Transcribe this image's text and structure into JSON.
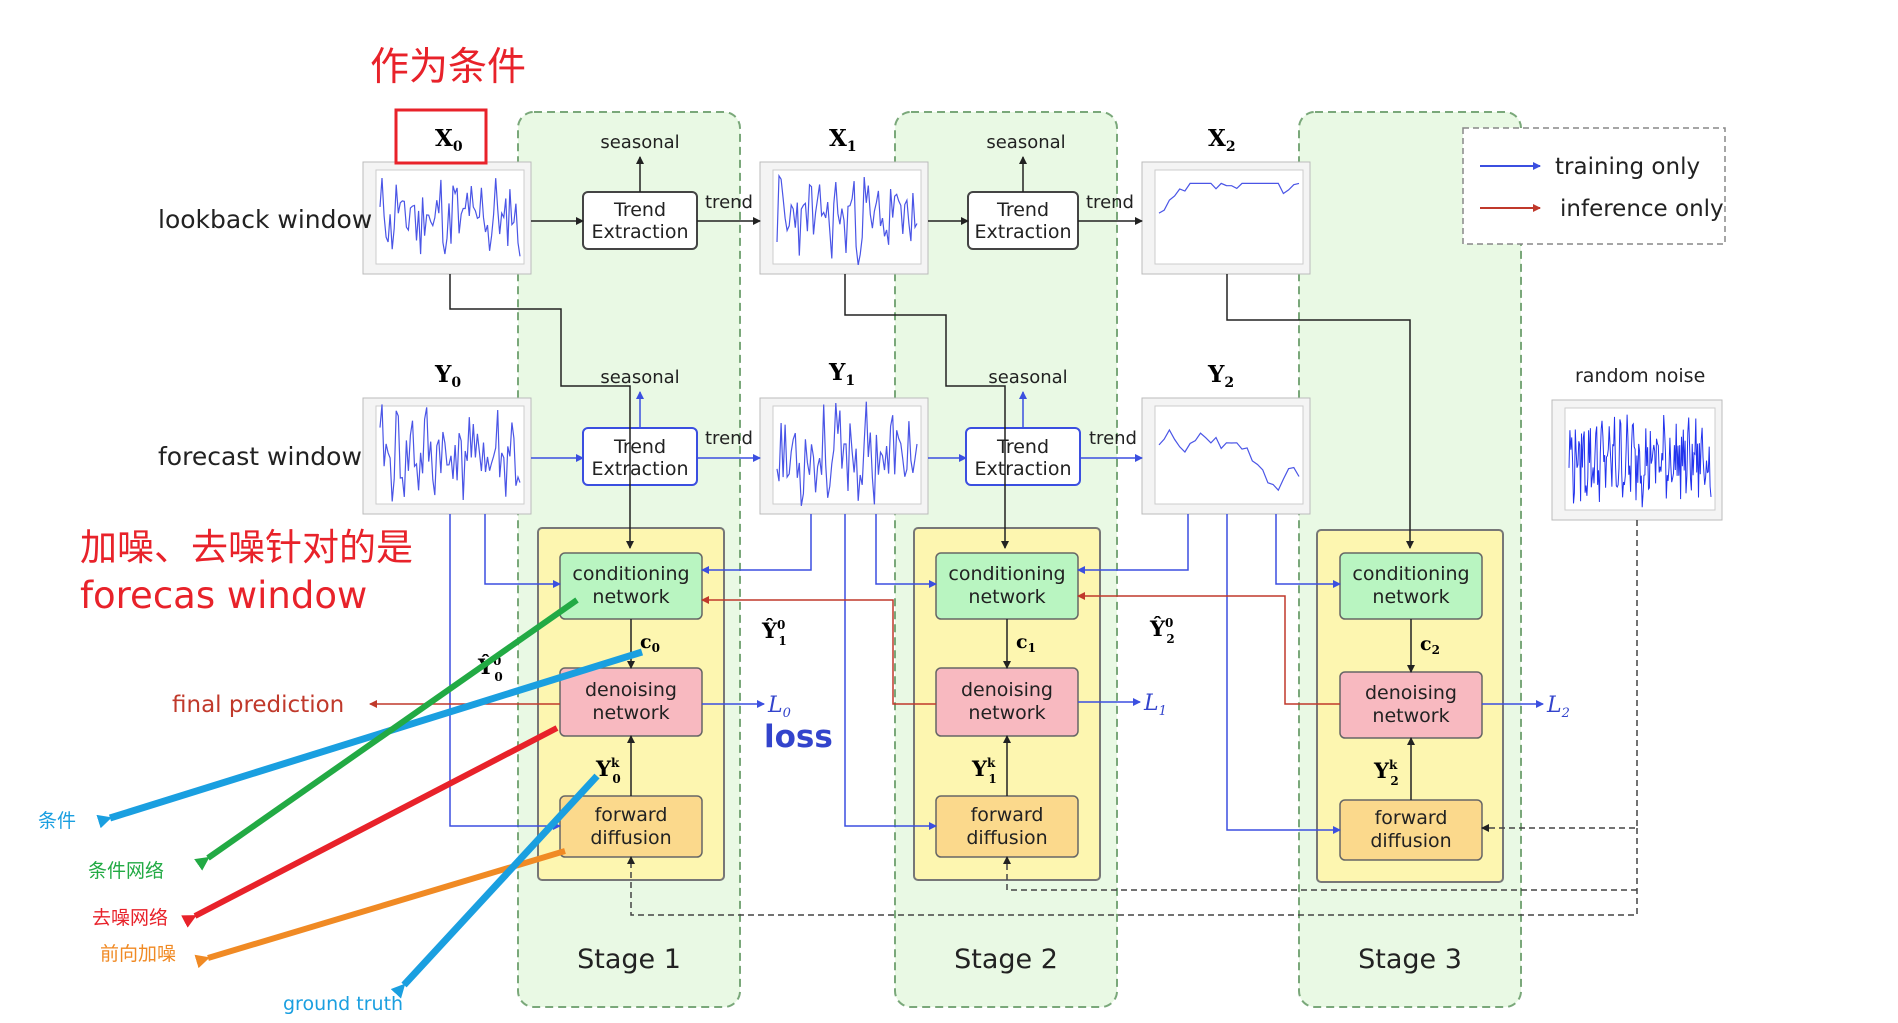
{
  "annotations": {
    "top_condition": "作为条件",
    "noise_note_line1": "加噪、去噪针对的是",
    "noise_note_line2": "forecas window",
    "loss": "loss",
    "condition": "条件",
    "condition_network": "条件网络",
    "denoise_network": "去噪网络",
    "forward_noise": "前向加噪",
    "ground_truth": "ground truth"
  },
  "row_labels": {
    "lookback": "lookback window",
    "forecast": "forecast window",
    "final_prediction": "final prediction"
  },
  "series": {
    "x0": "X",
    "x0_sub": "0",
    "x1": "X",
    "x1_sub": "1",
    "x2": "X",
    "x2_sub": "2",
    "y0": "Y",
    "y0_sub": "0",
    "y1": "Y",
    "y1_sub": "1",
    "y2": "Y",
    "y2_sub": "2",
    "random_noise": "random noise"
  },
  "trend_extraction": {
    "line1": "Trend",
    "line2": "Extraction",
    "seasonal": "seasonal",
    "trend": "trend"
  },
  "blocks": {
    "conditioning_line1": "conditioning",
    "conditioning_line2": "network",
    "denoising_line1": "denoising",
    "denoising_line2": "network",
    "forward_line1": "forward",
    "forward_line2": "diffusion"
  },
  "vars": {
    "c0": "c",
    "c0_sub": "0",
    "c1": "c",
    "c1_sub": "1",
    "c2": "c",
    "c2_sub": "2",
    "y0hat": "Ŷ",
    "y0hat_sup": "0",
    "y0hat_sub": "0",
    "y1hat": "Ŷ",
    "y1hat_sup": "0",
    "y1hat_sub": "1",
    "y2hat": "Ŷ",
    "y2hat_sup": "0",
    "y2hat_sub": "2",
    "yk0": "Y",
    "yk0_sup": "k",
    "yk0_sub": "0",
    "yk1": "Y",
    "yk1_sup": "k",
    "yk1_sub": "1",
    "yk2": "Y",
    "yk2_sup": "k",
    "yk2_sub": "2",
    "l0": "L",
    "l0_sub": "0",
    "l1": "L",
    "l1_sub": "1",
    "l2": "L",
    "l2_sub": "2"
  },
  "stages": {
    "s1": "Stage 1",
    "s2": "Stage 2",
    "s3": "Stage 3"
  },
  "legend": {
    "training_only": "training only",
    "inference_only": "inference only"
  },
  "colors": {
    "training": "#3b4fe0",
    "inference": "#c0392b",
    "stage_bg": "#e9f9e4",
    "stage_border": "#7aa87a",
    "block_bg": "#fdf6b0",
    "conditioning": "#b9f5c1",
    "denoising": "#f8b9c0",
    "forward": "#fbd98c",
    "annotation_red": "#e8222a",
    "arrow_blue": "#1a9fe0",
    "arrow_green": "#22aa44",
    "arrow_orange": "#f08a24",
    "loss_blue": "#3344cc"
  }
}
